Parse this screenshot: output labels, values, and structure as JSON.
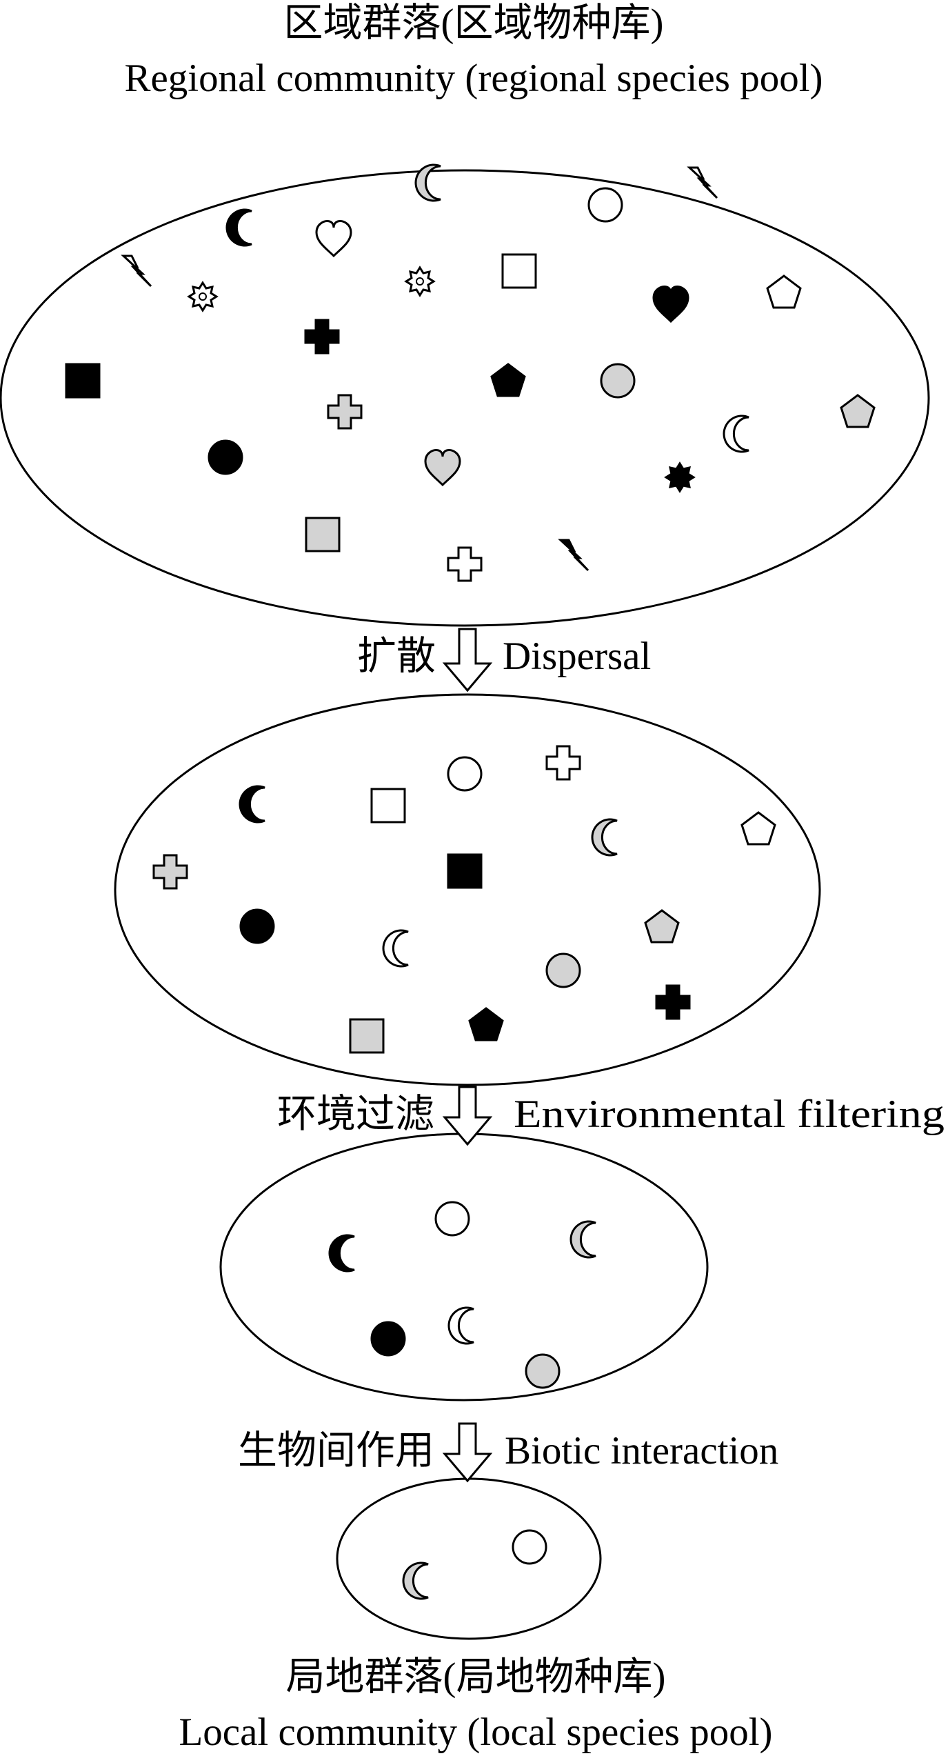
{
  "colors": {
    "stroke": "#000000",
    "dark": "#000000",
    "gray": "#d3d3d3",
    "light": "#ffffff"
  },
  "header": {
    "title_cn": "区域群落(区域物种库)",
    "title_en": "Regional community (regional species pool)"
  },
  "footer": {
    "title_cn": "局地群落(局地物种库)",
    "title_en": "Local community (local species pool)"
  },
  "steps": [
    {
      "label_cn": "扩散",
      "label_en": "Dispersal"
    },
    {
      "label_cn": "环境过滤",
      "label_en": "Environmental filtering"
    },
    {
      "label_cn": "生物间作用",
      "label_en": "Biotic interaction"
    }
  ],
  "pools": [
    {
      "name": "regional-pool",
      "species": [
        {
          "shape": "moon-icon",
          "fill": "gray"
        },
        {
          "shape": "circle-icon",
          "fill": "white"
        },
        {
          "shape": "lightning-icon",
          "fill": "white"
        },
        {
          "shape": "moon-icon",
          "fill": "black"
        },
        {
          "shape": "heart-icon",
          "fill": "white"
        },
        {
          "shape": "lightning-icon",
          "fill": "white"
        },
        {
          "shape": "star-icon",
          "fill": "white"
        },
        {
          "shape": "star-icon",
          "fill": "white"
        },
        {
          "shape": "square-icon",
          "fill": "white"
        },
        {
          "shape": "heart-icon",
          "fill": "black"
        },
        {
          "shape": "pentagon-icon",
          "fill": "white"
        },
        {
          "shape": "cross-icon",
          "fill": "black"
        },
        {
          "shape": "square-icon",
          "fill": "black"
        },
        {
          "shape": "pentagon-icon",
          "fill": "black"
        },
        {
          "shape": "circle-icon",
          "fill": "gray"
        },
        {
          "shape": "cross-icon",
          "fill": "gray"
        },
        {
          "shape": "moon-icon",
          "fill": "white"
        },
        {
          "shape": "pentagon-icon",
          "fill": "gray"
        },
        {
          "shape": "circle-icon",
          "fill": "black"
        },
        {
          "shape": "heart-icon",
          "fill": "gray"
        },
        {
          "shape": "star-icon",
          "fill": "black"
        },
        {
          "shape": "square-icon",
          "fill": "gray"
        },
        {
          "shape": "cross-icon",
          "fill": "white"
        },
        {
          "shape": "lightning-icon",
          "fill": "black"
        }
      ]
    },
    {
      "name": "dispersal-pool",
      "species": [
        {
          "shape": "circle-icon",
          "fill": "white"
        },
        {
          "shape": "cross-icon",
          "fill": "white"
        },
        {
          "shape": "moon-icon",
          "fill": "black"
        },
        {
          "shape": "square-icon",
          "fill": "white"
        },
        {
          "shape": "moon-icon",
          "fill": "gray"
        },
        {
          "shape": "pentagon-icon",
          "fill": "white"
        },
        {
          "shape": "cross-icon",
          "fill": "gray"
        },
        {
          "shape": "square-icon",
          "fill": "black"
        },
        {
          "shape": "circle-icon",
          "fill": "black"
        },
        {
          "shape": "moon-icon",
          "fill": "white"
        },
        {
          "shape": "pentagon-icon",
          "fill": "gray"
        },
        {
          "shape": "circle-icon",
          "fill": "gray"
        },
        {
          "shape": "cross-icon",
          "fill": "black"
        },
        {
          "shape": "square-icon",
          "fill": "gray"
        },
        {
          "shape": "pentagon-icon",
          "fill": "black"
        }
      ]
    },
    {
      "name": "filtered-pool",
      "species": [
        {
          "shape": "circle-icon",
          "fill": "white"
        },
        {
          "shape": "moon-icon",
          "fill": "black"
        },
        {
          "shape": "moon-icon",
          "fill": "gray"
        },
        {
          "shape": "moon-icon",
          "fill": "white"
        },
        {
          "shape": "circle-icon",
          "fill": "black"
        },
        {
          "shape": "circle-icon",
          "fill": "gray"
        }
      ]
    },
    {
      "name": "local-pool",
      "species": [
        {
          "shape": "circle-icon",
          "fill": "white"
        },
        {
          "shape": "moon-icon",
          "fill": "gray"
        }
      ]
    }
  ]
}
